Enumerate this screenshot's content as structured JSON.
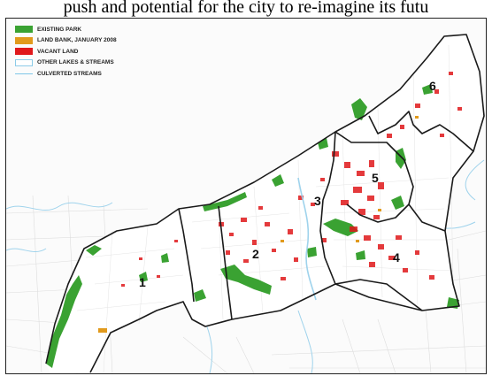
{
  "caption": {
    "text": "push and potential for the city to re-imagine its futu"
  },
  "legend": {
    "items": [
      {
        "label": "EXISTING PARK",
        "color": "#3aa232",
        "style": "fill"
      },
      {
        "label": "LAND BANK, JANUARY 2008",
        "color": "#e19a1c",
        "style": "fill"
      },
      {
        "label": "VACANT LAND",
        "color": "#e0181b",
        "style": "fill"
      },
      {
        "label": "OTHER LAKES & STREAMS",
        "color": "#8ccbe8",
        "style": "outline"
      },
      {
        "label": "CULVERTED STREAMS",
        "color": "#7fc6e8",
        "style": "line"
      }
    ]
  },
  "wards": [
    {
      "label": "1"
    },
    {
      "label": "2"
    },
    {
      "label": "3"
    },
    {
      "label": "4"
    },
    {
      "label": "5"
    },
    {
      "label": "6"
    }
  ],
  "colors": {
    "park": "#3aa232",
    "vacant": "#e0181b",
    "landbank": "#e19a1c",
    "boundary": "#1a1a1a",
    "streets": "#d9d9d9",
    "water": "#9fd3ec"
  }
}
